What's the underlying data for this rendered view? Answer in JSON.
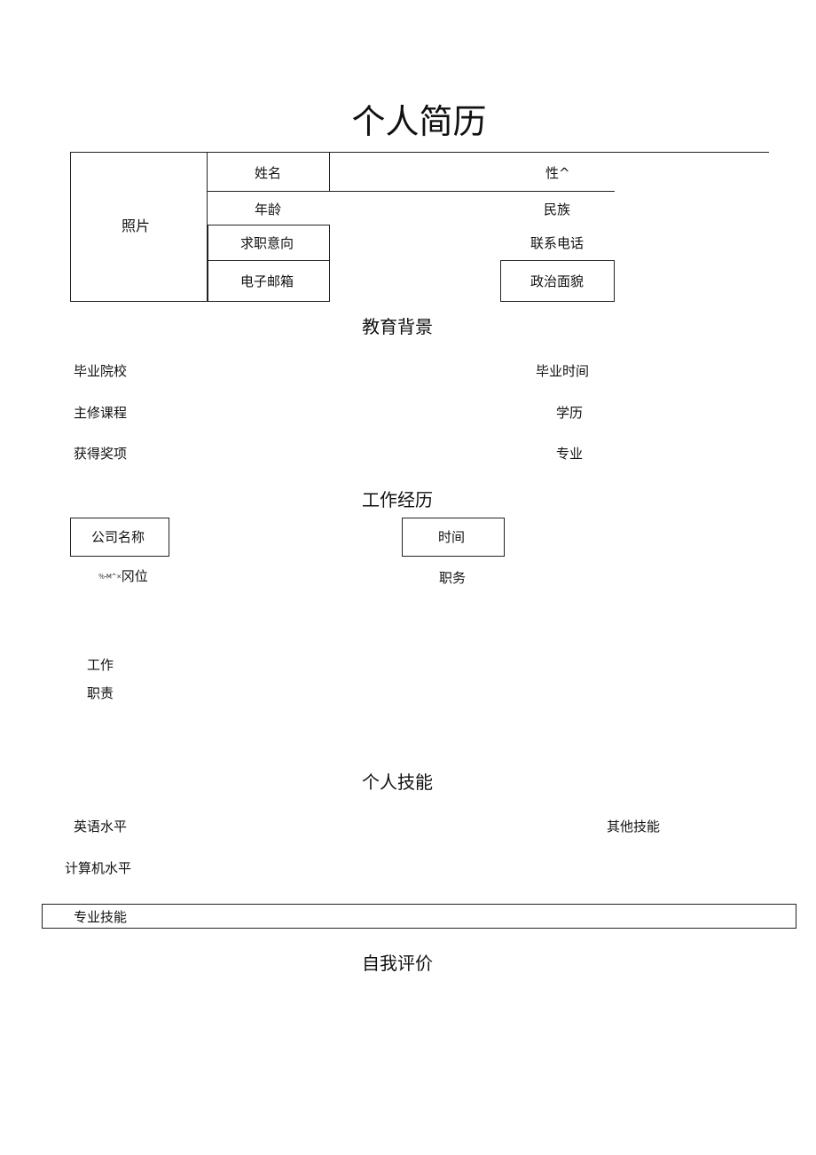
{
  "title": "个人简历",
  "basic": {
    "photo": "照片",
    "name": "姓名",
    "gender": "性^",
    "age": "年龄",
    "ethnicity": "民族",
    "job_intent": "求职意向",
    "phone": "联系电话",
    "email": "电子邮箱",
    "political": "政治面貌"
  },
  "education": {
    "heading": "教育背景",
    "school": "毕业院校",
    "grad_time": "毕业时间",
    "courses": "主修课程",
    "degree": "学历",
    "awards": "获得奖项",
    "major": "专业"
  },
  "work": {
    "heading": "工作经历",
    "company": "公司名称",
    "time": "时间",
    "position_prefix": "％-M^×",
    "position": "冈位",
    "title": "职务",
    "duty_line1": "工作",
    "duty_line2": "职责"
  },
  "skills": {
    "heading": "个人技能",
    "english": "英语水平",
    "other": "其他技能",
    "computer": "计算机水平",
    "professional": "专业技能"
  },
  "self_eval": {
    "heading": "自我评价"
  }
}
